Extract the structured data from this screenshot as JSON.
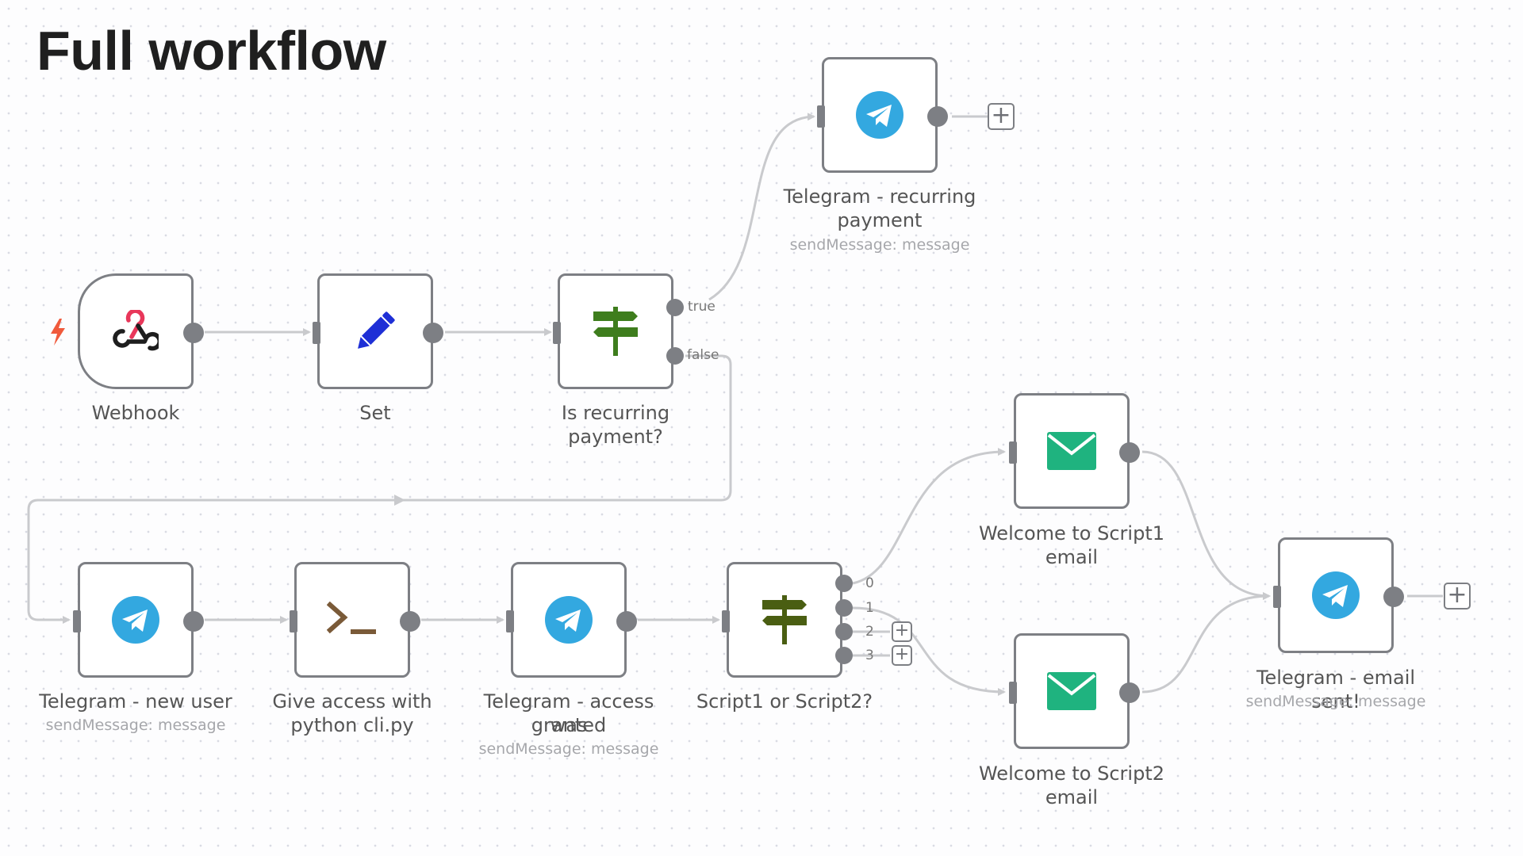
{
  "page": {
    "title": "Full workflow"
  },
  "nodes": {
    "webhook": {
      "label": "Webhook"
    },
    "set": {
      "label": "Set"
    },
    "is_recurring": {
      "label": "Is recurring payment?",
      "outputs": [
        "true",
        "false"
      ]
    },
    "tg_recurring": {
      "label_1": "Telegram - recurring",
      "label_2": "payment",
      "subtitle": "sendMessage: message"
    },
    "tg_new_user": {
      "label": "Telegram - new user",
      "subtitle": "sendMessage: message"
    },
    "give_access": {
      "label_1": "Give access with",
      "label_2": "python cli.py"
    },
    "tg_access": {
      "label_1": "Telegram - access was",
      "label_2": "granted",
      "subtitle": "sendMessage: message"
    },
    "script_switch": {
      "label": "Script1 or Script2?",
      "outputs": [
        "0",
        "1",
        "2",
        "3"
      ]
    },
    "welcome1": {
      "label_1": "Welcome to Script1",
      "label_2": "email"
    },
    "welcome2": {
      "label_1": "Welcome to Script2",
      "label_2": "email"
    },
    "tg_email_sent": {
      "label": "Telegram - email sent!",
      "subtitle": "sendMessage: message"
    }
  },
  "add_button_symbol": "+",
  "colors": {
    "telegram": "#33a8e0",
    "email": "#1fb37f",
    "switch": "#3e7d1d",
    "switch_dark": "#4a5e12",
    "set_pencil": "#1e2fd6",
    "terminal": "#7a5a38",
    "webhook_red": "#e8375a",
    "trigger_bolt": "#f05a3c",
    "connector": "#c9cacd",
    "handle": "#7d7f84"
  },
  "icons": {
    "webhook": "webhook-icon",
    "set": "pencil-icon",
    "if": "signpost-icon",
    "switch": "signpost-icon",
    "telegram": "telegram-icon",
    "execute": "terminal-icon",
    "email": "envelope-icon",
    "trigger": "lightning-bolt-icon"
  }
}
